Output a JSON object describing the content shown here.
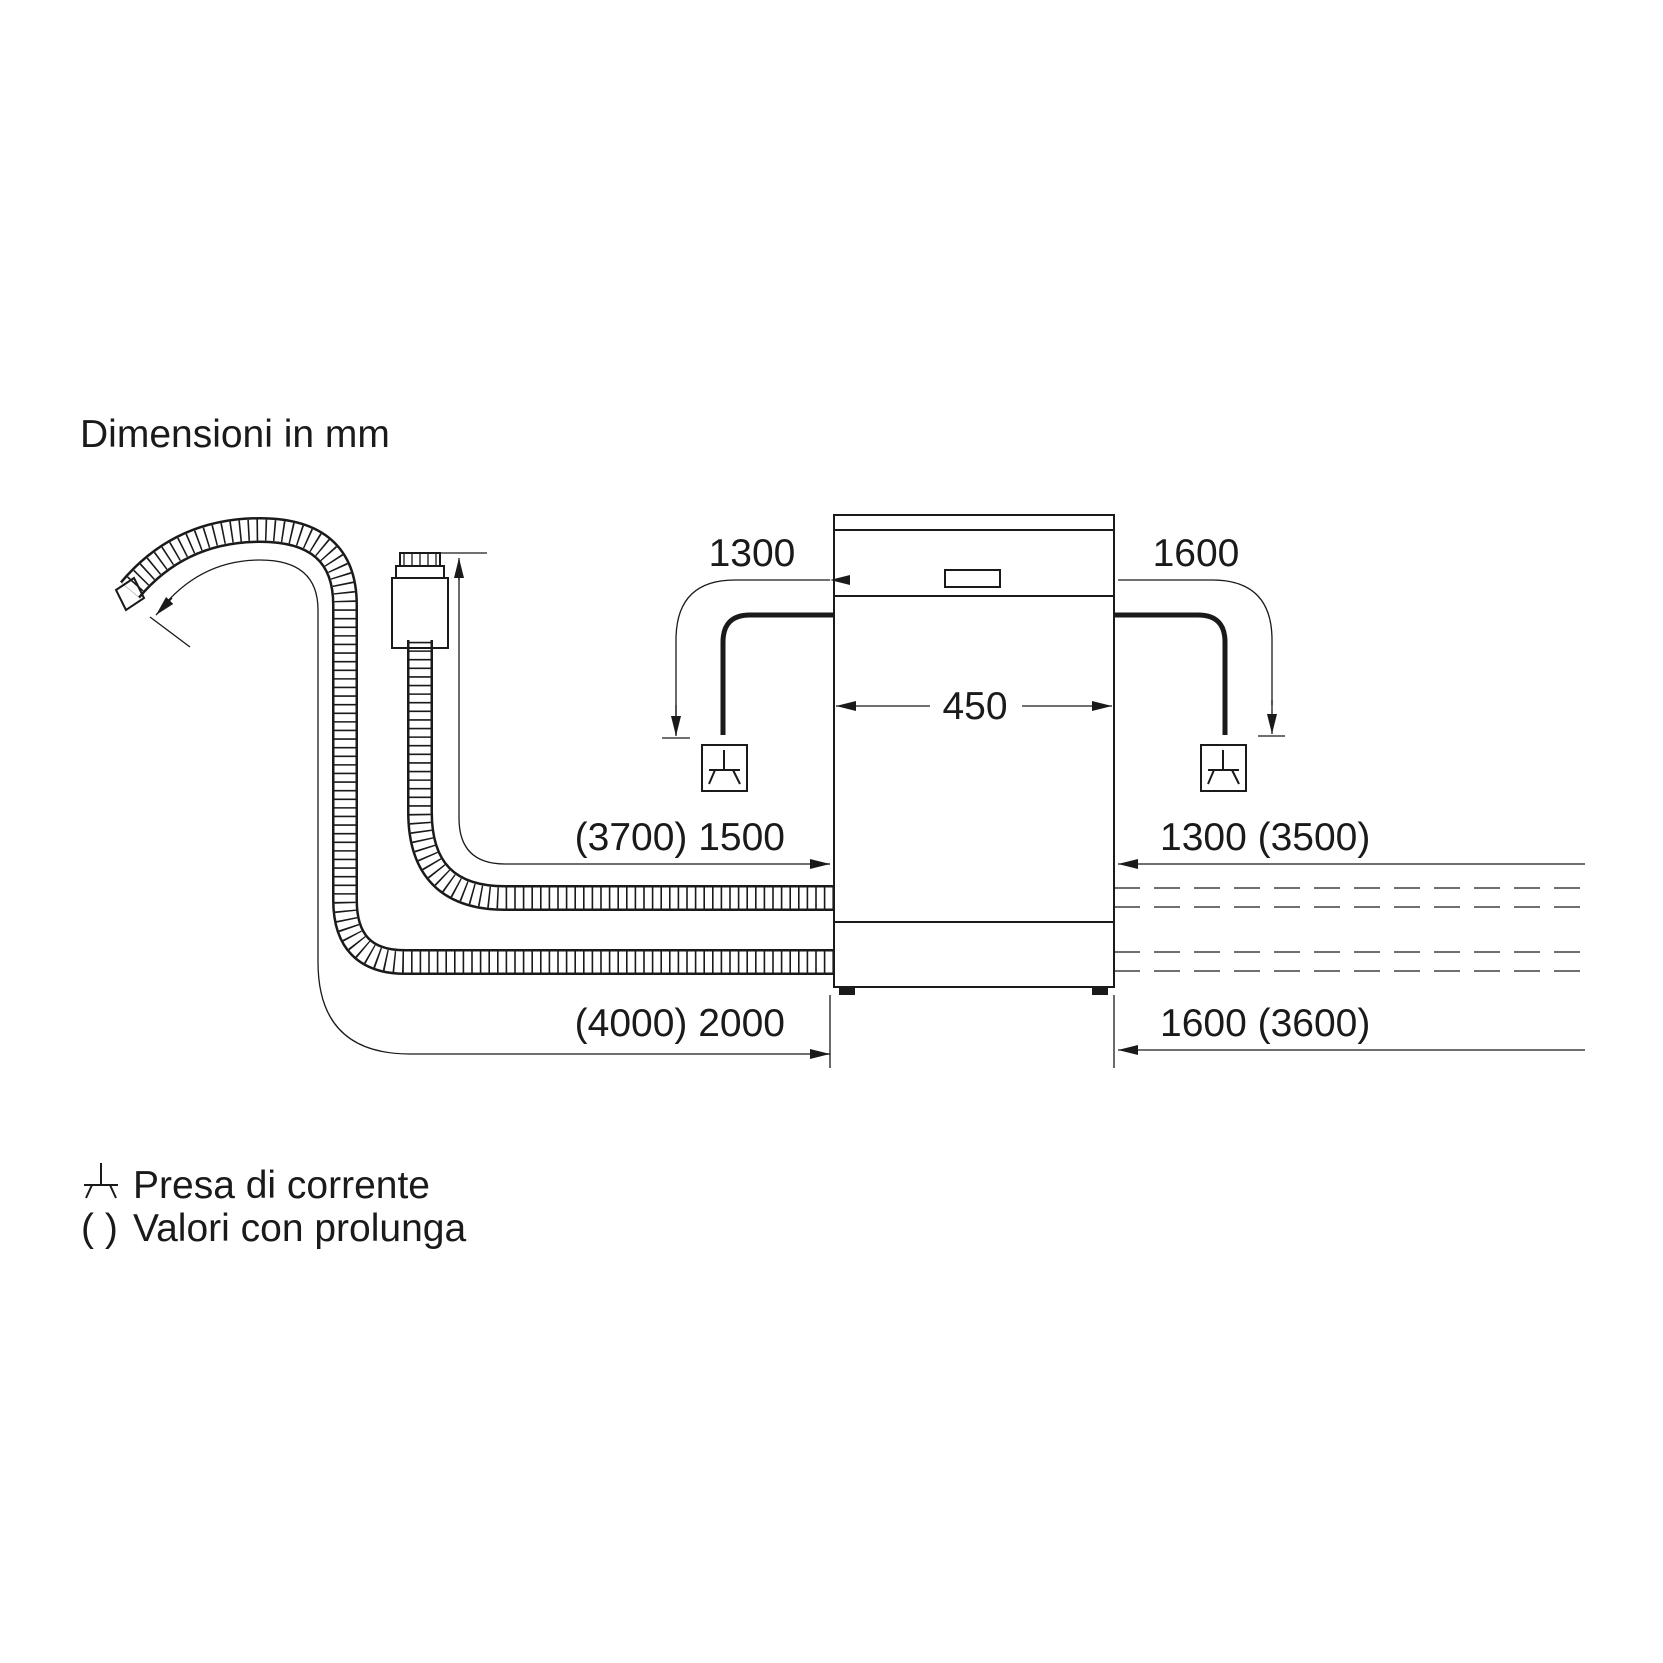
{
  "title": "Dimensioni in mm",
  "dimensions": {
    "width": "450",
    "left_supply_cord": "1300",
    "right_supply_cord": "1600",
    "left_inlet_hose": "(3700) 1500",
    "left_drain_hose": "(4000) 2000",
    "right_inlet_hose": "1300 (3500)",
    "right_drain_hose": "1600 (3600)"
  },
  "legend": {
    "socket_symbol_name": "socket-icon",
    "socket_label": "Presa di corrente",
    "bracket_symbol": "( )",
    "bracket_label": "Valori con prolunga"
  },
  "colors": {
    "line": "#1a1a1a",
    "background": "#ffffff"
  }
}
